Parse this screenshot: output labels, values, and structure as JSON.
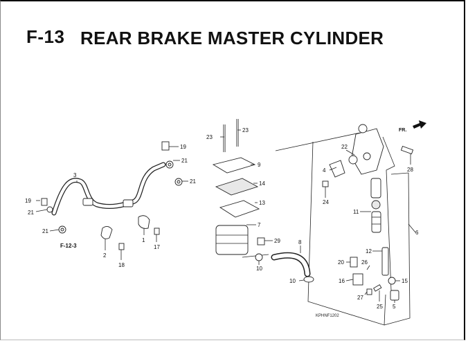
{
  "header": {
    "code": "F-13",
    "title": "REAR BRAKE MASTER CYLINDER"
  },
  "direction_label": "FR.",
  "reference_label": "F-12-3",
  "catalog_code": "KPHNF1202",
  "callouts": [
    "1",
    "2",
    "3",
    "4",
    "5",
    "6",
    "7",
    "8",
    "9",
    "10",
    "11",
    "12",
    "13",
    "14",
    "15",
    "16",
    "17",
    "18",
    "19",
    "19",
    "20",
    "21",
    "21",
    "21",
    "21",
    "22",
    "23",
    "23",
    "24",
    "25",
    "26",
    "27",
    "28",
    "29"
  ]
}
